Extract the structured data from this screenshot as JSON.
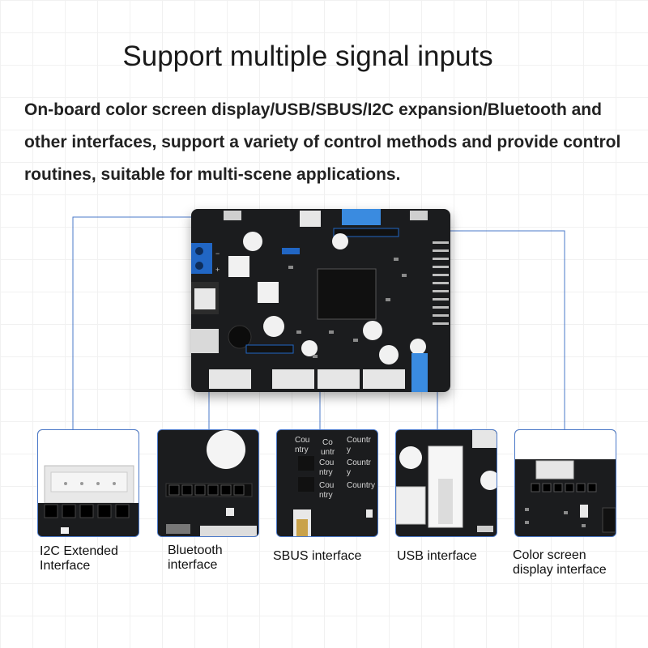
{
  "header": {
    "title": "Support multiple signal inputs",
    "description": "On-board color screen display/USB/SBUS/I2C expansion/Bluetooth and other interfaces, support a variety of control methods and provide control routines, suitable for multi-scene applications."
  },
  "interfaces": [
    {
      "label_line1": "I2C Extended",
      "label_line2": "Interface"
    },
    {
      "label_line1": "Bluetooth",
      "label_line2": "interface"
    },
    {
      "label_line1": "SBUS interface",
      "label_line2": ""
    },
    {
      "label_line1": "USB interface",
      "label_line2": ""
    },
    {
      "label_line1": "Color screen",
      "label_line2": "display interface"
    }
  ],
  "sbus_panel_text": [
    "Cou",
    "ntry",
    "Co",
    "untr",
    "Countr",
    "y",
    "Cou",
    "ntry",
    "Countr",
    "y",
    "Cou",
    "ntry",
    "Country"
  ],
  "colors": {
    "accent_line": "#4a78c8",
    "board": "#1b1c1e",
    "connector_blue": "#2f6fd0",
    "usb_blue": "#3a8be0"
  }
}
